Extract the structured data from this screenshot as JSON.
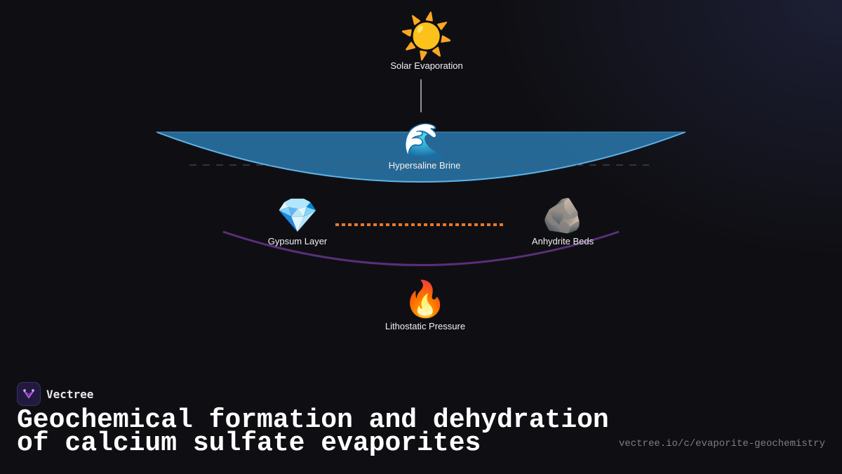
{
  "diagram": {
    "nodes": [
      {
        "id": "sun",
        "icon": "sun-icon",
        "emoji": "☀️",
        "label": "Solar Evaporation"
      },
      {
        "id": "brine",
        "icon": "wave-icon",
        "emoji": "🌊",
        "label": "Hypersaline Brine"
      },
      {
        "id": "gypsum",
        "icon": "gem-icon",
        "emoji": "💎",
        "label": "Gypsum Layer"
      },
      {
        "id": "anhydrite",
        "icon": "rock-icon",
        "emoji": "🪨",
        "label": "Anhydrite Beds"
      },
      {
        "id": "pressure",
        "icon": "fire-icon",
        "emoji": "🔥",
        "label": "Lithostatic Pressure"
      }
    ],
    "colors": {
      "brine_fill": "#2a78ad",
      "brine_edge": "#5fb3e8",
      "sun_link": "#bfbfbf",
      "basin_arc": "#5a2f7a",
      "dehydration_link": "#e8782a",
      "water_line": "#555a66"
    }
  },
  "brand": {
    "name": "Vectree",
    "logo_icon": "vectree-logo-icon"
  },
  "title": "Geochemical formation and dehydration of calcium sulfate evaporites",
  "url": "vectree.io/c/evaporite-geochemistry"
}
